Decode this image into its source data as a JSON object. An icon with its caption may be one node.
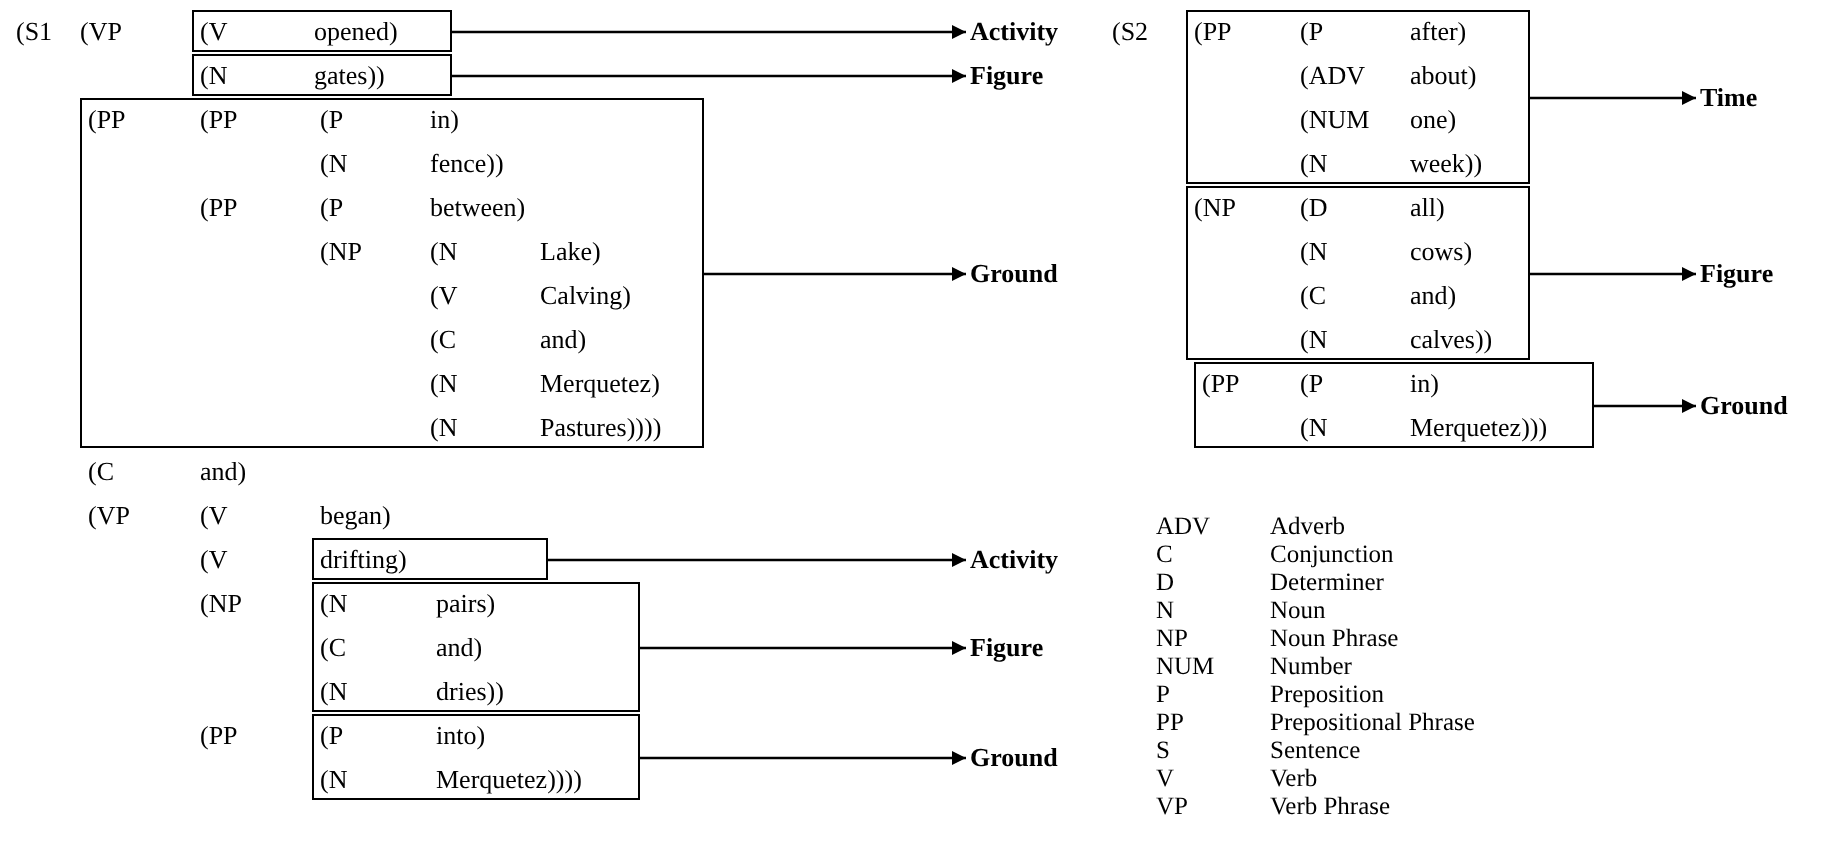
{
  "diagram": {
    "nodes": [
      {
        "text": [
          "(V",
          "opened)"
        ]
      },
      {
        "text": [
          "Activity"
        ]
      },
      {
        "text": [
          "(N",
          "gates))"
        ]
      },
      {
        "text": [
          "Figure"
        ]
      },
      {
        "text": [
          "(PP",
          "(PP",
          "(P",
          "in)",
          "(N",
          "fence))",
          "(PP",
          "(P",
          "between)",
          "(NP",
          "(N",
          "Lake)",
          "(V",
          "Calving)",
          "(C",
          "and)",
          "(N",
          "Merquetez)",
          "(N",
          "Pastures))))"
        ]
      },
      {
        "text": [
          "Ground"
        ]
      },
      {
        "text": [
          "drifting)"
        ]
      },
      {
        "text": [
          "Activity"
        ]
      },
      {
        "text": [
          "(N",
          "pairs)",
          "(C",
          "and)",
          "(N",
          "dries))"
        ]
      },
      {
        "text": [
          "Figure"
        ]
      },
      {
        "text": [
          "(P",
          "into)",
          "(N",
          "Merquetez))))"
        ]
      },
      {
        "text": [
          "Ground"
        ]
      },
      {
        "text": [
          "(PP",
          "(P",
          "after)",
          "(ADV",
          "about)",
          "(NUM",
          "one)",
          "(N",
          "week))"
        ]
      },
      {
        "text": [
          "Time"
        ]
      },
      {
        "text": [
          "(NP",
          "(D",
          "all)",
          "(N",
          "cows)",
          "(C",
          "and)",
          "(N",
          "calves))"
        ]
      },
      {
        "text": [
          "Figure"
        ]
      },
      {
        "text": [
          "(PP",
          "(P",
          "in)",
          "(N",
          "Merquetez)))"
        ]
      },
      {
        "text": [
          "Ground"
        ]
      }
    ],
    "edges": [
      {
        "from": 0,
        "to": 1,
        "arrow": "to"
      },
      {
        "from": 2,
        "to": 3,
        "arrow": "to"
      },
      {
        "from": 4,
        "to": 5,
        "arrow": "to"
      },
      {
        "from": 6,
        "to": 7,
        "arrow": "to"
      },
      {
        "from": 8,
        "to": 9,
        "arrow": "to"
      },
      {
        "from": 10,
        "to": 11,
        "arrow": "to"
      },
      {
        "from": 12,
        "to": 13,
        "arrow": "to"
      },
      {
        "from": 14,
        "to": 15,
        "arrow": "to"
      },
      {
        "from": 16,
        "to": 17,
        "arrow": "to"
      }
    ],
    "labels": [
      "(S1",
      "(VP",
      "(C",
      "and)",
      "(VP",
      "(V",
      "began)",
      "(V",
      "(NP",
      "(PP",
      "(S2",
      "ADV",
      "Adverb",
      "C",
      "Conjunction",
      "D",
      "Determiner",
      "N",
      "Noun",
      "NP",
      "Noun Phrase",
      "NUM",
      "Number",
      "P",
      "Preposition",
      "PP",
      "Prepositional Phrase",
      "S",
      "Sentence",
      "V",
      "Verb",
      "VP",
      "Verb Phrase"
    ]
  }
}
